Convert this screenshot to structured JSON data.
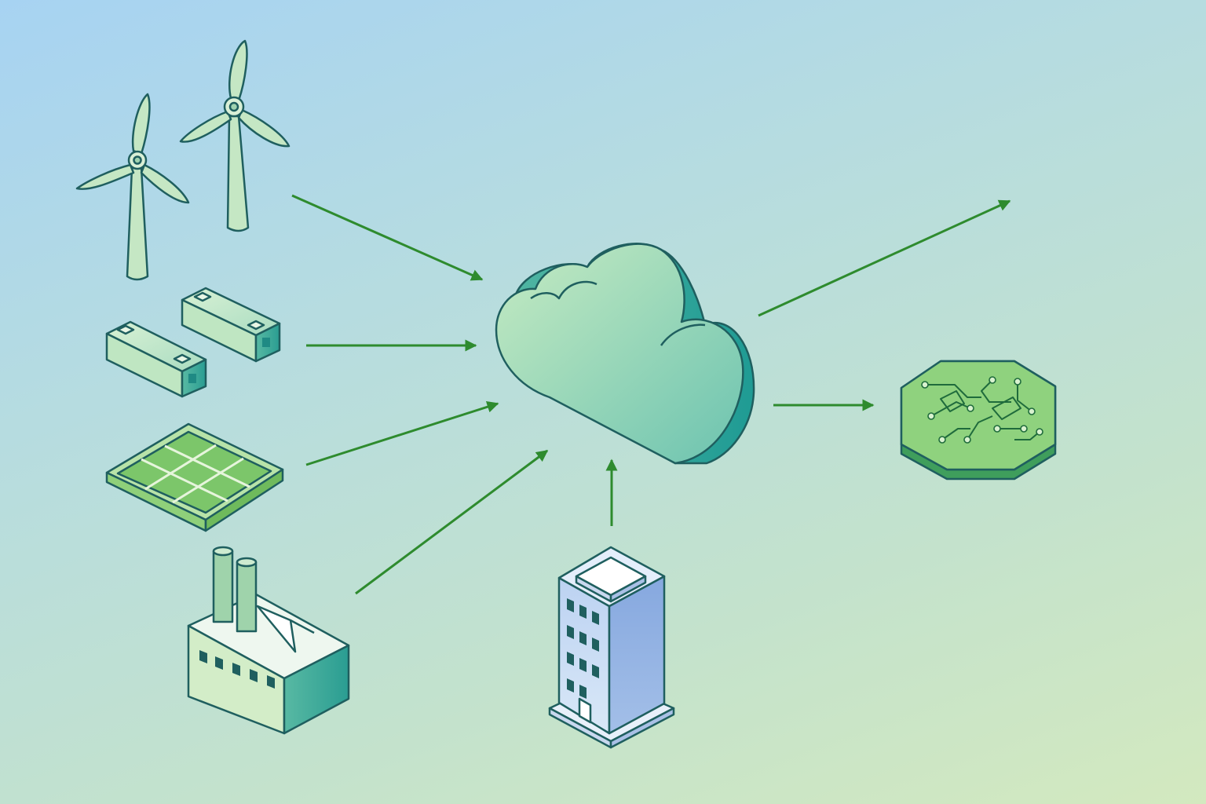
{
  "diagram": {
    "colors": {
      "outline": "#1f5f5f",
      "arrow": "#2e8b2e",
      "teal": "#2aa198",
      "mint": "#bfe6c2",
      "leaf": "#7cc66a",
      "building": "#9bb8e6"
    },
    "nodes": [
      {
        "id": "wind-turbines",
        "icon": "wind-turbine-icon"
      },
      {
        "id": "batteries",
        "icon": "battery-icon"
      },
      {
        "id": "solar-panel",
        "icon": "solar-panel-icon"
      },
      {
        "id": "factory",
        "icon": "factory-icon"
      },
      {
        "id": "office-building",
        "icon": "building-icon"
      },
      {
        "id": "cloud-hub",
        "icon": "cloud-icon"
      },
      {
        "id": "circuit-chip",
        "icon": "chip-icon"
      }
    ],
    "edges": [
      {
        "from": "wind-turbines",
        "to": "cloud-hub"
      },
      {
        "from": "batteries",
        "to": "cloud-hub"
      },
      {
        "from": "solar-panel",
        "to": "cloud-hub"
      },
      {
        "from": "factory",
        "to": "cloud-hub"
      },
      {
        "from": "office-building",
        "to": "cloud-hub"
      },
      {
        "from": "cloud-hub",
        "to": "circuit-chip"
      },
      {
        "from": "cloud-hub",
        "to": "outbound"
      }
    ]
  }
}
